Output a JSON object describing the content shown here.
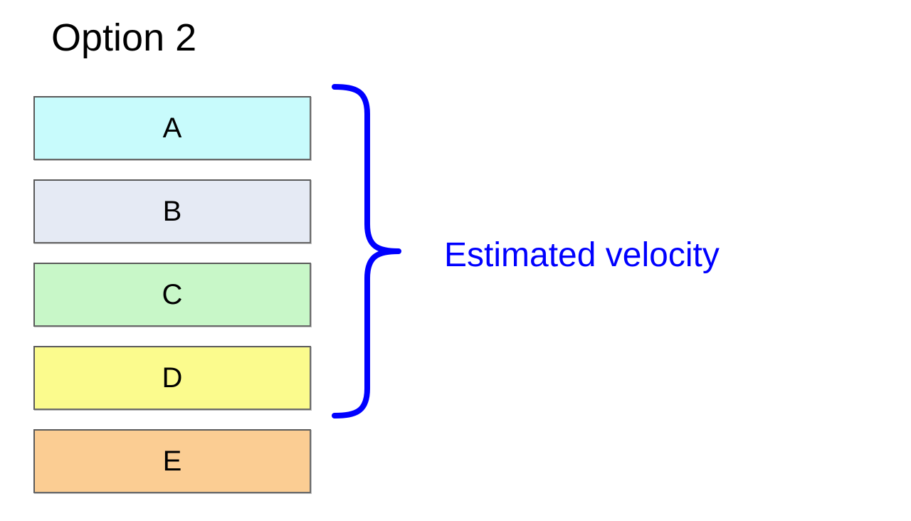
{
  "diagram": {
    "title": "Option 2",
    "title_color": "#000000",
    "background_color": "#ffffff",
    "boxes": [
      {
        "label": "A",
        "fill": "#c8fbfc",
        "border": "#595959",
        "text_color": "#000000"
      },
      {
        "label": "B",
        "fill": "#e5eaf4",
        "border": "#595959",
        "text_color": "#000000"
      },
      {
        "label": "C",
        "fill": "#c8f7c8",
        "border": "#595959",
        "text_color": "#000000"
      },
      {
        "label": "D",
        "fill": "#fbfb8d",
        "border": "#595959",
        "text_color": "#000000"
      },
      {
        "label": "E",
        "fill": "#fbcd93",
        "border": "#595959",
        "text_color": "#000000"
      }
    ],
    "annotation": {
      "text": "Estimated velocity",
      "color": "#0000ff",
      "brace_color": "#0000ff",
      "brace_covers": "A, B, C, D"
    }
  }
}
